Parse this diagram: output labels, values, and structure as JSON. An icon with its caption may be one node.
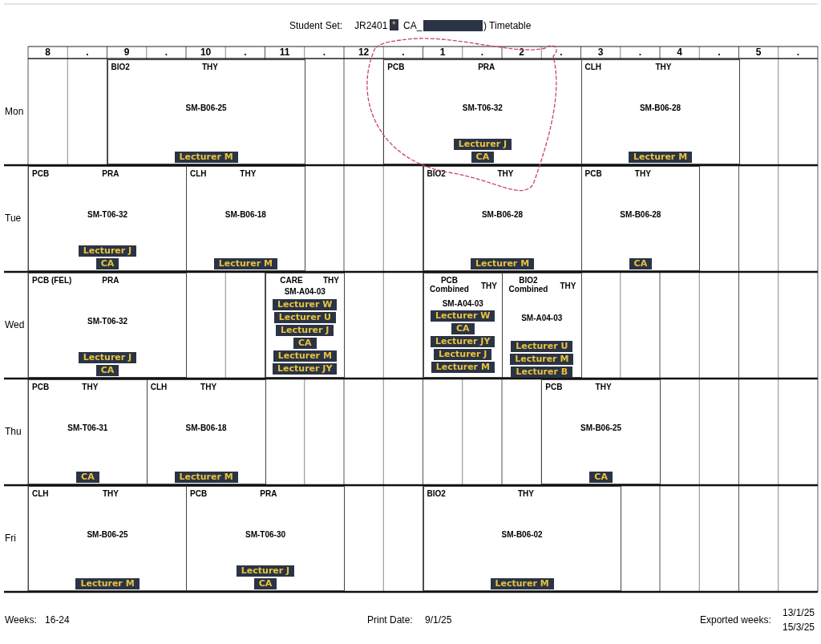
{
  "diagram": {
    "nodes": [
      {
        "text": [
          "BIO2",
          "THY",
          "SM-B06-25",
          "Lecturer M"
        ]
      },
      {
        "text": [
          "PCB",
          "PRA",
          "SM-T06-32",
          "Lecturer J",
          "CA"
        ]
      },
      {
        "text": [
          "CLH",
          "THY",
          "SM-B06-28",
          "Lecturer M"
        ]
      },
      {
        "text": [
          "PCB",
          "PRA",
          "SM-T06-32",
          "Lecturer J",
          "CA"
        ]
      },
      {
        "text": [
          "CLH",
          "THY",
          "SM-B06-18",
          "Lecturer M"
        ]
      },
      {
        "text": [
          "BIO2",
          "THY",
          "SM-B06-28",
          "Lecturer M"
        ]
      },
      {
        "text": [
          "PCB",
          "THY",
          "SM-B06-28",
          "CA"
        ]
      },
      {
        "text": [
          "PCB (FEL)",
          "PRA",
          "SM-T06-32",
          "Lecturer J",
          "CA"
        ]
      },
      {
        "text": [
          "CARE",
          "THY",
          "SM-A04-03",
          "Lecturer W",
          "Lecturer U",
          "Lecturer J",
          "CA",
          "Lecturer M",
          "Lecturer JY"
        ]
      },
      {
        "text": [
          "PCB Combined",
          "THY",
          "SM-A04-03",
          "Lecturer W",
          "CA",
          "Lecturer JY",
          "Lecturer J",
          "Lecturer M"
        ]
      },
      {
        "text": [
          "BIO2 Combined",
          "THY",
          "SM-A04-03",
          "Lecturer U",
          "Lecturer M",
          "Lecturer B"
        ]
      },
      {
        "text": [
          "PCB",
          "THY",
          "SM-T06-31",
          "CA"
        ]
      },
      {
        "text": [
          "CLH",
          "THY",
          "SM-B06-18",
          "Lecturer M"
        ]
      },
      {
        "text": [
          "PCB",
          "THY",
          "SM-B06-25",
          "CA"
        ]
      },
      {
        "text": [
          "CLH",
          "THY",
          "SM-B06-25",
          "Lecturer M"
        ]
      },
      {
        "text": [
          "PCB",
          "PRA",
          "SM-T06-30",
          "Lecturer J",
          "CA"
        ]
      },
      {
        "text": [
          "BIO2",
          "THY",
          "SM-B06-02",
          "Lecturer M"
        ]
      }
    ],
    "labels": [
      "Student Set:",
      "JR2401",
      "*",
      "CA_",
      ") Timetable",
      "8",
      ".",
      "9",
      ".",
      "10",
      ".",
      "11",
      ".",
      "12",
      ".",
      "1",
      ".",
      "2",
      ".",
      "3",
      ".",
      "4",
      ".",
      "5",
      ".",
      "Mon",
      "Tue",
      "Wed",
      "Thu",
      "Fri",
      "Weeks:",
      "16-24",
      "Print Date:",
      "9/1/25",
      "Exported weeks:",
      "13/1/25",
      "15/3/25"
    ]
  }
}
